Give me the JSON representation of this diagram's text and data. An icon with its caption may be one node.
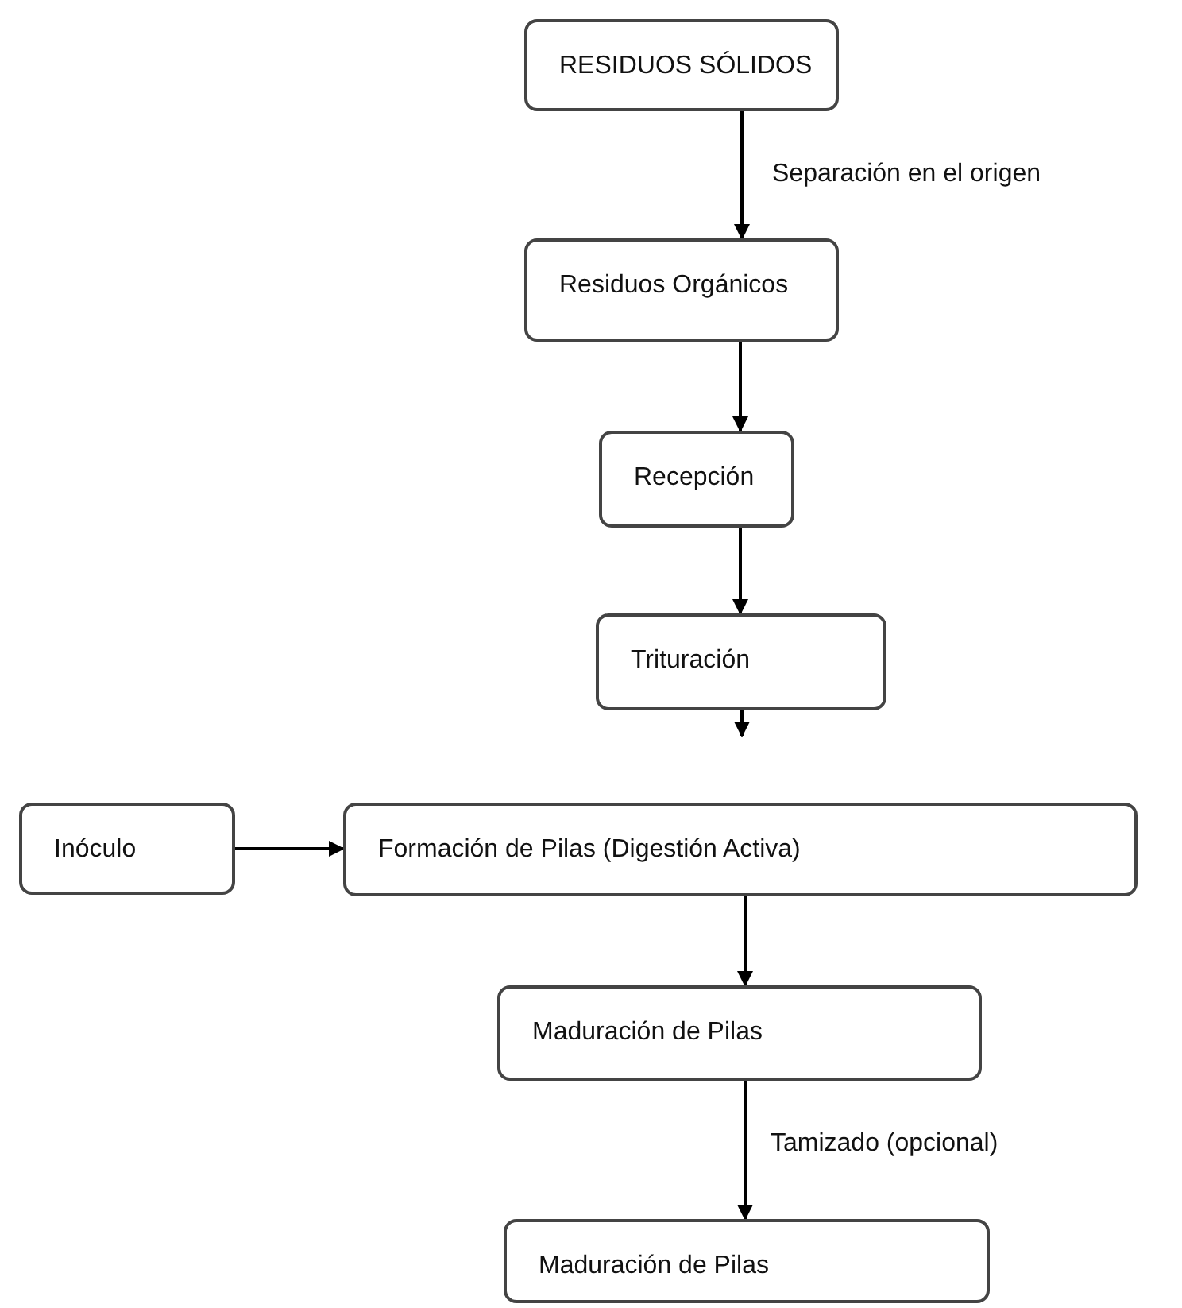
{
  "diagram": {
    "nodes": [
      {
        "text": [
          "RESIDUOS SÓLIDOS"
        ]
      },
      {
        "text": [
          "Residuos Orgánicos"
        ]
      },
      {
        "text": [
          "Recepción"
        ]
      },
      {
        "text": [
          "Trituración"
        ]
      },
      {
        "text": [
          "Inóculo"
        ]
      },
      {
        "text": [
          "Formación de Pilas (Digestión Activa)"
        ]
      },
      {
        "text": [
          "Maduración de Pilas"
        ]
      },
      {
        "text": [
          "Maduración de Pilas"
        ]
      }
    ],
    "edges": [
      {
        "from": 0,
        "to": 1,
        "arrow": "to",
        "label": "Separación en el origen"
      },
      {
        "from": 1,
        "to": 2,
        "arrow": "to"
      },
      {
        "from": 2,
        "to": 3,
        "arrow": "to"
      },
      {
        "from": 3,
        "to": null,
        "arrow": "to"
      },
      {
        "from": 4,
        "to": 5,
        "arrow": "to"
      },
      {
        "from": 5,
        "to": 6,
        "arrow": "to"
      },
      {
        "from": 6,
        "to": 7,
        "arrow": "to",
        "label": "Tamizado (opcional)"
      }
    ]
  }
}
